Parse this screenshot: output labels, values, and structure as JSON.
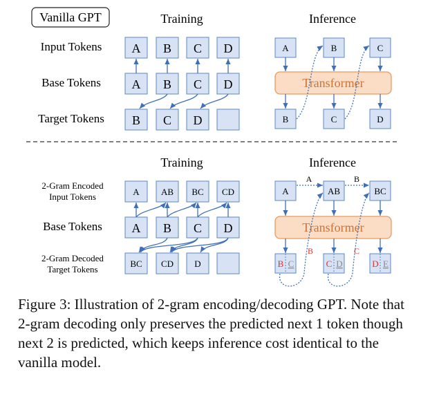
{
  "colors": {
    "box_fill": "#d7e3f5",
    "box_stroke": "#5b87c5",
    "arrow": "#3f6fb8",
    "transformer_fill": "#fbdcc4",
    "transformer_stroke": "#e89a62",
    "transformer_text": "#c8743c",
    "red_label": "#e0312b",
    "grey_underline": "#888888"
  },
  "top": {
    "badge": "Vanilla GPT",
    "training_title": "Training",
    "inference_title": "Inference",
    "row_labels": [
      "Input Tokens",
      "Base Tokens",
      "Target Tokens"
    ],
    "train_input": [
      "A",
      "B",
      "C",
      "D"
    ],
    "train_base": [
      "A",
      "B",
      "C",
      "D"
    ],
    "train_target": [
      "B",
      "C",
      "D",
      ""
    ],
    "inf_input": [
      "A",
      "B",
      "C"
    ],
    "transformer": "Transformer",
    "inf_output": [
      "B",
      "C",
      "D"
    ]
  },
  "bottom": {
    "training_title": "Training",
    "inference_title": "Inference",
    "row_labels": [
      [
        "2-Gram Encoded",
        "Input Tokens"
      ],
      [
        "Base Tokens"
      ],
      [
        "2-Gram Decoded",
        "Target Tokens"
      ]
    ],
    "train_input": [
      "A",
      "AB",
      "BC",
      "CD"
    ],
    "train_base": [
      "A",
      "B",
      "C",
      "D"
    ],
    "train_target": [
      "BC",
      "CD",
      "D",
      ""
    ],
    "inf_input": [
      "A",
      "AB",
      "BC"
    ],
    "arrow_labels": [
      "A",
      "B"
    ],
    "transformer": "Transformer",
    "inf_output": [
      [
        "B",
        "C"
      ],
      [
        "C",
        "D"
      ],
      [
        "D",
        "E"
      ]
    ],
    "side_labels": [
      "B",
      "C"
    ]
  },
  "caption": "Figure 3: Illustration of 2-gram encoding/decoding GPT. Note that 2-gram decoding only preserves the predicted next 1 token though next 2 is predicted, which keeps inference cost identical to the vanilla model."
}
